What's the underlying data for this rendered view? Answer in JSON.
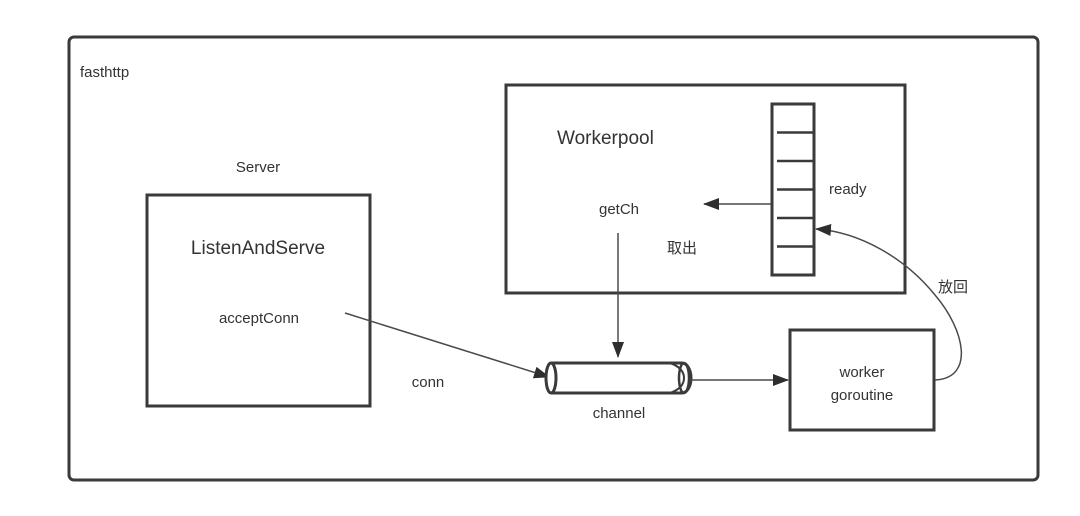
{
  "diagram": {
    "title": "fasthttp",
    "server": {
      "caption": "Server",
      "box_title": "ListenAndServe",
      "function": "acceptConn"
    },
    "workerpool": {
      "title": "Workerpool",
      "function": "getCh",
      "take_label": "取出",
      "queue_label": "ready",
      "queue_slots": 6
    },
    "channel": {
      "label": "channel",
      "input_label": "conn"
    },
    "worker": {
      "line1": "worker",
      "line2": "goroutine"
    },
    "return_label": "放回",
    "colors": {
      "stroke": "#3a3a3a",
      "text": "#333333",
      "background": "#ffffff"
    }
  }
}
